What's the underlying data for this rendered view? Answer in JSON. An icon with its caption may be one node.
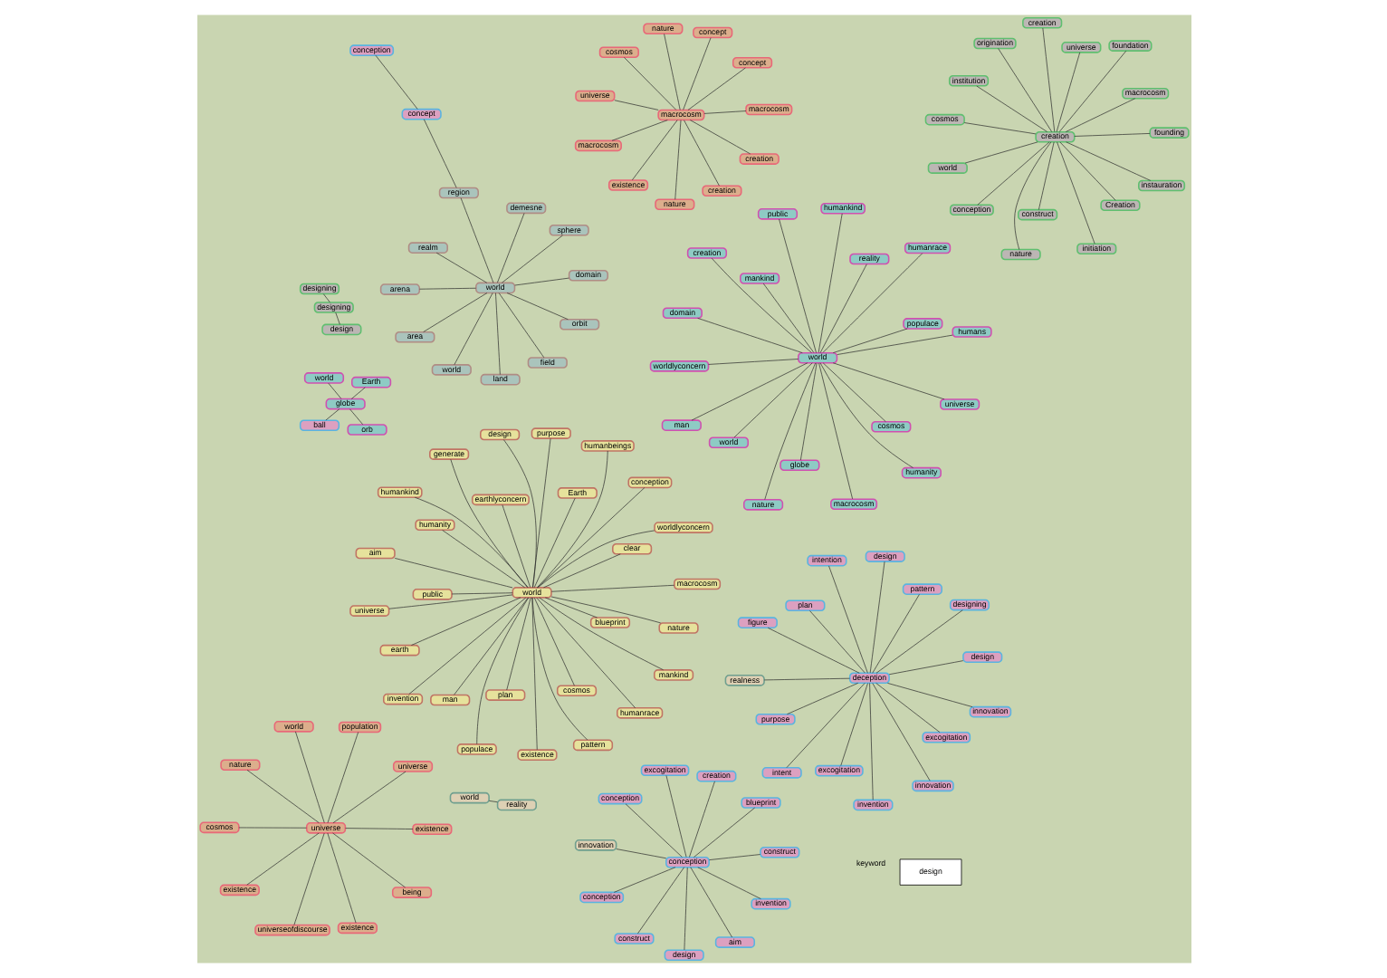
{
  "diagram": {
    "nodes": [
      {
        "text": [
          "world"
        ]
      },
      {
        "text": [
          "nature"
        ]
      },
      {
        "text": [
          "populace"
        ]
      },
      {
        "text": [
          "generate"
        ]
      },
      {
        "text": [
          "clear"
        ]
      },
      {
        "text": [
          "public"
        ]
      },
      {
        "text": [
          "invention"
        ]
      },
      {
        "text": [
          "mankind"
        ]
      },
      {
        "text": [
          "man"
        ]
      },
      {
        "text": [
          "pattern"
        ]
      },
      {
        "text": [
          "plan"
        ]
      },
      {
        "text": [
          "universe"
        ]
      },
      {
        "text": [
          "macrocosm"
        ]
      },
      {
        "text": [
          "worldlyconcern"
        ]
      },
      {
        "text": [
          "purpose"
        ]
      },
      {
        "text": [
          "cosmos"
        ]
      },
      {
        "text": [
          "humanrace"
        ]
      },
      {
        "text": [
          "humankind"
        ]
      },
      {
        "text": [
          "aim"
        ]
      },
      {
        "text": [
          "humanity"
        ]
      },
      {
        "text": [
          "blueprint"
        ]
      },
      {
        "text": [
          "earth"
        ]
      },
      {
        "text": [
          "Earth"
        ]
      },
      {
        "text": [
          "humanbeings"
        ]
      },
      {
        "text": [
          "design"
        ]
      },
      {
        "text": [
          "existence"
        ]
      },
      {
        "text": [
          "conception"
        ]
      },
      {
        "text": [
          "earthlyconcern"
        ]
      },
      {
        "text": [
          "designing"
        ]
      },
      {
        "text": [
          "designing"
        ]
      },
      {
        "text": [
          "design"
        ]
      },
      {
        "text": [
          "creation"
        ]
      },
      {
        "text": [
          "macrocosm"
        ]
      },
      {
        "text": [
          "nature"
        ]
      },
      {
        "text": [
          "origination"
        ]
      },
      {
        "text": [
          "universe"
        ]
      },
      {
        "text": [
          "institution"
        ]
      },
      {
        "text": [
          "world"
        ]
      },
      {
        "text": [
          "instauration"
        ]
      },
      {
        "text": [
          "conception"
        ]
      },
      {
        "text": [
          "initiation"
        ]
      },
      {
        "text": [
          "construct"
        ]
      },
      {
        "text": [
          "cosmos"
        ]
      },
      {
        "text": [
          "founding"
        ]
      },
      {
        "text": [
          "foundation"
        ]
      },
      {
        "text": [
          "creation"
        ]
      },
      {
        "text": [
          "Creation"
        ]
      },
      {
        "text": [
          "world"
        ]
      },
      {
        "text": [
          "realness"
        ]
      },
      {
        "text": [
          "innovation"
        ]
      },
      {
        "text": [
          "reality"
        ]
      },
      {
        "text": [
          "deception"
        ]
      },
      {
        "text": [
          "conception"
        ]
      },
      {
        "text": [
          "invention"
        ]
      },
      {
        "text": [
          "intention"
        ]
      },
      {
        "text": [
          "pattern"
        ]
      },
      {
        "text": [
          "plan"
        ]
      },
      {
        "text": [
          "intent"
        ]
      },
      {
        "text": [
          "innovation"
        ]
      },
      {
        "text": [
          "purpose"
        ]
      },
      {
        "text": [
          "innovation"
        ]
      },
      {
        "text": [
          "excogitation"
        ]
      },
      {
        "text": [
          "figure"
        ]
      },
      {
        "text": [
          "design"
        ]
      },
      {
        "text": [
          "design"
        ]
      },
      {
        "text": [
          "excogitation"
        ]
      },
      {
        "text": [
          "designing"
        ]
      },
      {
        "text": [
          "design"
        ]
      },
      {
        "text": [
          "blueprint"
        ]
      },
      {
        "text": [
          "excogitation"
        ]
      },
      {
        "text": [
          "creation"
        ]
      },
      {
        "text": [
          "construct"
        ]
      },
      {
        "text": [
          "construct"
        ]
      },
      {
        "text": [
          "conception"
        ]
      },
      {
        "text": [
          "invention"
        ]
      },
      {
        "text": [
          "aim"
        ]
      },
      {
        "text": [
          "conception"
        ]
      },
      {
        "text": [
          "conception"
        ]
      },
      {
        "text": [
          "concept"
        ]
      },
      {
        "text": [
          "ball"
        ]
      },
      {
        "text": [
          "universe"
        ]
      },
      {
        "text": [
          "universe"
        ]
      },
      {
        "text": [
          "universeofdiscourse"
        ]
      },
      {
        "text": [
          "world"
        ]
      },
      {
        "text": [
          "universe"
        ]
      },
      {
        "text": [
          "population"
        ]
      },
      {
        "text": [
          "nature"
        ]
      },
      {
        "text": [
          "concept"
        ]
      },
      {
        "text": [
          "nature"
        ]
      },
      {
        "text": [
          "macrocosm"
        ]
      },
      {
        "text": [
          "concept"
        ]
      },
      {
        "text": [
          "nature"
        ]
      },
      {
        "text": [
          "cosmos"
        ]
      },
      {
        "text": [
          "macrocosm"
        ]
      },
      {
        "text": [
          "existence"
        ]
      },
      {
        "text": [
          "macrocosm"
        ]
      },
      {
        "text": [
          "existence"
        ]
      },
      {
        "text": [
          "being"
        ]
      },
      {
        "text": [
          "existence"
        ]
      },
      {
        "text": [
          "existence"
        ]
      },
      {
        "text": [
          "creation"
        ]
      },
      {
        "text": [
          "creation"
        ]
      },
      {
        "text": [
          "cosmos"
        ]
      },
      {
        "text": [
          "world"
        ]
      },
      {
        "text": [
          "orb"
        ]
      },
      {
        "text": [
          "populace"
        ]
      },
      {
        "text": [
          "nature"
        ]
      },
      {
        "text": [
          "public"
        ]
      },
      {
        "text": [
          "reality"
        ]
      },
      {
        "text": [
          "mankind"
        ]
      },
      {
        "text": [
          "man"
        ]
      },
      {
        "text": [
          "universe"
        ]
      },
      {
        "text": [
          "world"
        ]
      },
      {
        "text": [
          "macrocosm"
        ]
      },
      {
        "text": [
          "globe"
        ]
      },
      {
        "text": [
          "worldlyconcern"
        ]
      },
      {
        "text": [
          "humans"
        ]
      },
      {
        "text": [
          "humanrace"
        ]
      },
      {
        "text": [
          "humankind"
        ]
      },
      {
        "text": [
          "cosmos"
        ]
      },
      {
        "text": [
          "humanity"
        ]
      },
      {
        "text": [
          "creation"
        ]
      },
      {
        "text": [
          "domain"
        ]
      },
      {
        "text": [
          "globe"
        ]
      },
      {
        "text": [
          "world"
        ]
      },
      {
        "text": [
          "Earth"
        ]
      },
      {
        "text": [
          "world"
        ]
      },
      {
        "text": [
          "region"
        ]
      },
      {
        "text": [
          "sphere"
        ]
      },
      {
        "text": [
          "realm"
        ]
      },
      {
        "text": [
          "world"
        ]
      },
      {
        "text": [
          "orbit"
        ]
      },
      {
        "text": [
          "area"
        ]
      },
      {
        "text": [
          "land"
        ]
      },
      {
        "text": [
          "field"
        ]
      },
      {
        "text": [
          "arena"
        ]
      },
      {
        "text": [
          "domain"
        ]
      },
      {
        "text": [
          "demesne"
        ]
      }
    ],
    "edges": [
      {
        "from": 0,
        "to": 1,
        "arrow": "none"
      },
      {
        "from": 0,
        "to": 2,
        "arrow": "none"
      },
      {
        "from": 0,
        "to": 3,
        "arrow": "none"
      },
      {
        "from": 0,
        "to": 4,
        "arrow": "none"
      },
      {
        "from": 0,
        "to": 5,
        "arrow": "none"
      },
      {
        "from": 0,
        "to": 6,
        "arrow": "none"
      },
      {
        "from": 0,
        "to": 7,
        "arrow": "none"
      },
      {
        "from": 0,
        "to": 8,
        "arrow": "none"
      },
      {
        "from": 0,
        "to": 9,
        "arrow": "none"
      },
      {
        "from": 0,
        "to": 10,
        "arrow": "none"
      },
      {
        "from": 0,
        "to": 11,
        "arrow": "none"
      },
      {
        "from": 0,
        "to": 12,
        "arrow": "none"
      },
      {
        "from": 0,
        "to": 13,
        "arrow": "none"
      },
      {
        "from": 0,
        "to": 14,
        "arrow": "none"
      },
      {
        "from": 0,
        "to": 15,
        "arrow": "none"
      },
      {
        "from": 0,
        "to": 16,
        "arrow": "none"
      },
      {
        "from": 0,
        "to": 17,
        "arrow": "none"
      },
      {
        "from": 0,
        "to": 18,
        "arrow": "none"
      },
      {
        "from": 0,
        "to": 19,
        "arrow": "none"
      },
      {
        "from": 0,
        "to": 20,
        "arrow": "none"
      },
      {
        "from": 0,
        "to": 21,
        "arrow": "none"
      },
      {
        "from": 0,
        "to": 22,
        "arrow": "none"
      },
      {
        "from": 0,
        "to": 23,
        "arrow": "none"
      },
      {
        "from": 0,
        "to": 24,
        "arrow": "none"
      },
      {
        "from": 0,
        "to": 25,
        "arrow": "none"
      },
      {
        "from": 0,
        "to": 26,
        "arrow": "none"
      },
      {
        "from": 0,
        "to": 27,
        "arrow": "none"
      },
      {
        "from": 28,
        "to": 29,
        "arrow": "none"
      },
      {
        "from": 29,
        "to": 30,
        "arrow": "none"
      },
      {
        "from": 31,
        "to": 32,
        "arrow": "none"
      },
      {
        "from": 31,
        "to": 33,
        "arrow": "none"
      },
      {
        "from": 31,
        "to": 34,
        "arrow": "none"
      },
      {
        "from": 31,
        "to": 35,
        "arrow": "none"
      },
      {
        "from": 31,
        "to": 36,
        "arrow": "none"
      },
      {
        "from": 31,
        "to": 37,
        "arrow": "none"
      },
      {
        "from": 31,
        "to": 38,
        "arrow": "none"
      },
      {
        "from": 31,
        "to": 39,
        "arrow": "none"
      },
      {
        "from": 31,
        "to": 40,
        "arrow": "none"
      },
      {
        "from": 31,
        "to": 41,
        "arrow": "none"
      },
      {
        "from": 31,
        "to": 42,
        "arrow": "none"
      },
      {
        "from": 31,
        "to": 43,
        "arrow": "none"
      },
      {
        "from": 31,
        "to": 44,
        "arrow": "none"
      },
      {
        "from": 31,
        "to": 45,
        "arrow": "none"
      },
      {
        "from": 31,
        "to": 46,
        "arrow": "none"
      },
      {
        "from": 47,
        "to": 50,
        "arrow": "none"
      },
      {
        "from": 48,
        "to": 51,
        "arrow": "none"
      },
      {
        "from": 49,
        "to": 52,
        "arrow": "none"
      },
      {
        "from": 51,
        "to": 53,
        "arrow": "none"
      },
      {
        "from": 51,
        "to": 54,
        "arrow": "none"
      },
      {
        "from": 51,
        "to": 55,
        "arrow": "none"
      },
      {
        "from": 51,
        "to": 56,
        "arrow": "none"
      },
      {
        "from": 51,
        "to": 57,
        "arrow": "none"
      },
      {
        "from": 51,
        "to": 58,
        "arrow": "none"
      },
      {
        "from": 51,
        "to": 59,
        "arrow": "none"
      },
      {
        "from": 51,
        "to": 60,
        "arrow": "none"
      },
      {
        "from": 51,
        "to": 61,
        "arrow": "none"
      },
      {
        "from": 51,
        "to": 62,
        "arrow": "none"
      },
      {
        "from": 51,
        "to": 63,
        "arrow": "none"
      },
      {
        "from": 51,
        "to": 66,
        "arrow": "none"
      },
      {
        "from": 51,
        "to": 67,
        "arrow": "none"
      },
      {
        "from": 52,
        "to": 64,
        "arrow": "none"
      },
      {
        "from": 52,
        "to": 65,
        "arrow": "none"
      },
      {
        "from": 52,
        "to": 68,
        "arrow": "none"
      },
      {
        "from": 52,
        "to": 71,
        "arrow": "none"
      },
      {
        "from": 52,
        "to": 73,
        "arrow": "none"
      },
      {
        "from": 52,
        "to": 76,
        "arrow": "none"
      },
      {
        "from": 52,
        "to": 70,
        "arrow": "none"
      },
      {
        "from": 52,
        "to": 72,
        "arrow": "none"
      },
      {
        "from": 52,
        "to": 74,
        "arrow": "none"
      },
      {
        "from": 52,
        "to": 75,
        "arrow": "none"
      },
      {
        "from": 69,
        "to": 51,
        "arrow": "none"
      },
      {
        "from": 77,
        "to": 78,
        "arrow": "none"
      },
      {
        "from": 80,
        "to": 82,
        "arrow": "none"
      },
      {
        "from": 80,
        "to": 83,
        "arrow": "none"
      },
      {
        "from": 80,
        "to": 85,
        "arrow": "none"
      },
      {
        "from": 80,
        "to": 86,
        "arrow": "none"
      },
      {
        "from": 80,
        "to": 92,
        "arrow": "none"
      },
      {
        "from": 80,
        "to": 94,
        "arrow": "none"
      },
      {
        "from": 80,
        "to": 96,
        "arrow": "none"
      },
      {
        "from": 80,
        "to": 97,
        "arrow": "none"
      },
      {
        "from": 80,
        "to": 98,
        "arrow": "none"
      },
      {
        "from": 80,
        "to": 81,
        "arrow": "none"
      },
      {
        "from": 89,
        "to": 84,
        "arrow": "none"
      },
      {
        "from": 89,
        "to": 87,
        "arrow": "none"
      },
      {
        "from": 89,
        "to": 88,
        "arrow": "none"
      },
      {
        "from": 89,
        "to": 90,
        "arrow": "none"
      },
      {
        "from": 89,
        "to": 91,
        "arrow": "none"
      },
      {
        "from": 89,
        "to": 93,
        "arrow": "none"
      },
      {
        "from": 89,
        "to": 95,
        "arrow": "none"
      },
      {
        "from": 89,
        "to": 99,
        "arrow": "none"
      },
      {
        "from": 89,
        "to": 100,
        "arrow": "none"
      },
      {
        "from": 89,
        "to": 101,
        "arrow": "none"
      },
      {
        "from": 89,
        "to": 102,
        "arrow": "none"
      },
      {
        "from": 103,
        "to": 105,
        "arrow": "none"
      },
      {
        "from": 103,
        "to": 106,
        "arrow": "none"
      },
      {
        "from": 103,
        "to": 107,
        "arrow": "none"
      },
      {
        "from": 103,
        "to": 108,
        "arrow": "none"
      },
      {
        "from": 103,
        "to": 109,
        "arrow": "none"
      },
      {
        "from": 103,
        "to": 110,
        "arrow": "none"
      },
      {
        "from": 103,
        "to": 111,
        "arrow": "none"
      },
      {
        "from": 103,
        "to": 112,
        "arrow": "none"
      },
      {
        "from": 103,
        "to": 113,
        "arrow": "none"
      },
      {
        "from": 103,
        "to": 114,
        "arrow": "none"
      },
      {
        "from": 103,
        "to": 115,
        "arrow": "none"
      },
      {
        "from": 103,
        "to": 116,
        "arrow": "none"
      },
      {
        "from": 103,
        "to": 117,
        "arrow": "none"
      },
      {
        "from": 103,
        "to": 118,
        "arrow": "none"
      },
      {
        "from": 103,
        "to": 119,
        "arrow": "none"
      },
      {
        "from": 103,
        "to": 120,
        "arrow": "none"
      },
      {
        "from": 103,
        "to": 121,
        "arrow": "none"
      },
      {
        "from": 103,
        "to": 122,
        "arrow": "none"
      },
      {
        "from": 123,
        "to": 104,
        "arrow": "none"
      },
      {
        "from": 123,
        "to": 124,
        "arrow": "none"
      },
      {
        "from": 123,
        "to": 125,
        "arrow": "none"
      },
      {
        "from": 123,
        "to": 79,
        "arrow": "none"
      },
      {
        "from": 126,
        "to": 127,
        "arrow": "none"
      },
      {
        "from": 126,
        "to": 128,
        "arrow": "none"
      },
      {
        "from": 126,
        "to": 129,
        "arrow": "none"
      },
      {
        "from": 126,
        "to": 130,
        "arrow": "none"
      },
      {
        "from": 126,
        "to": 131,
        "arrow": "none"
      },
      {
        "from": 126,
        "to": 132,
        "arrow": "none"
      },
      {
        "from": 126,
        "to": 133,
        "arrow": "none"
      },
      {
        "from": 126,
        "to": 134,
        "arrow": "none"
      },
      {
        "from": 126,
        "to": 135,
        "arrow": "none"
      },
      {
        "from": 126,
        "to": 136,
        "arrow": "none"
      },
      {
        "from": 126,
        "to": 137,
        "arrow": "none"
      },
      {
        "from": 127,
        "to": 78,
        "arrow": "none"
      }
    ],
    "labels": [
      "keyword",
      "design"
    ]
  }
}
